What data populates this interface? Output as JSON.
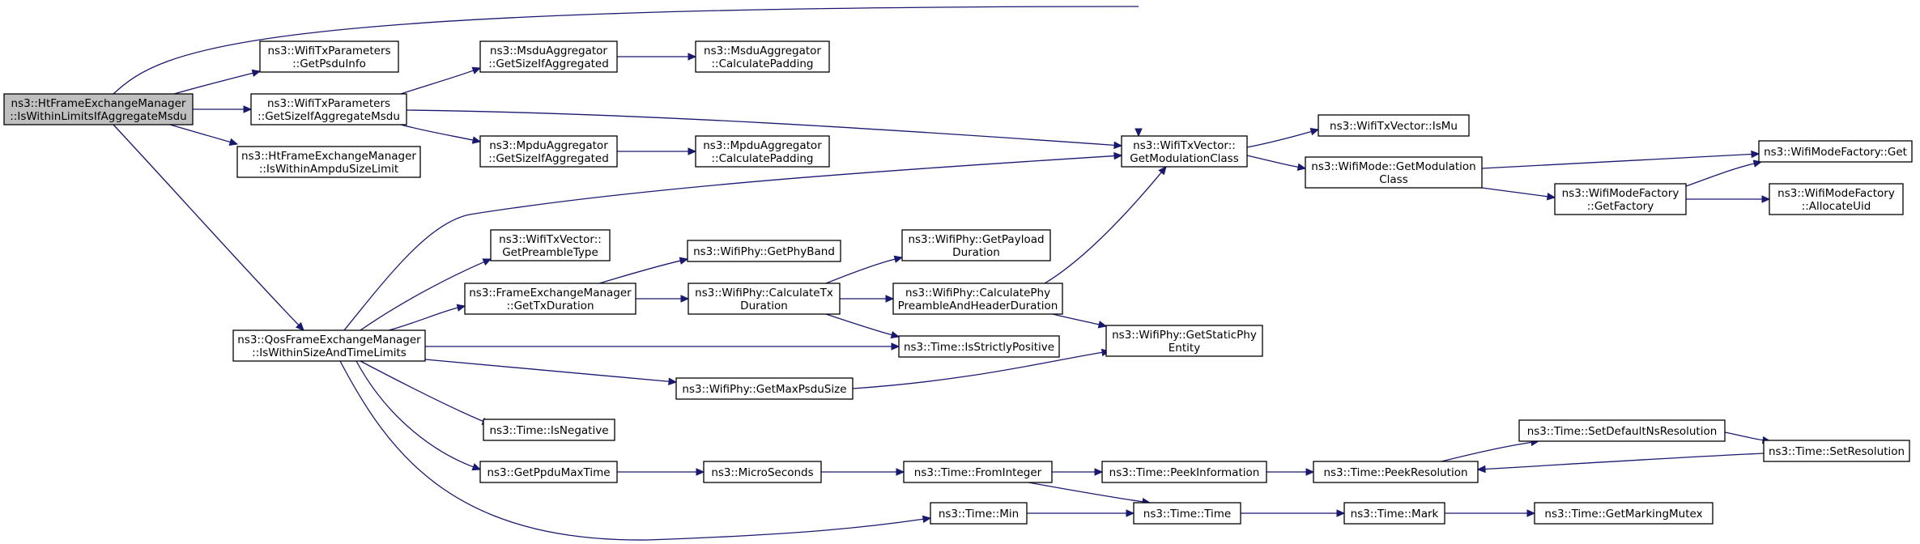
{
  "nodes": [
    {
      "id": "root",
      "lines": [
        "ns3::HtFrameExchangeManager",
        "::IsWithinLimitsIfAggregateMsdu"
      ]
    },
    {
      "id": "getPsduInfo",
      "lines": [
        "ns3::WifiTxParameters",
        "::GetPsduInfo"
      ]
    },
    {
      "id": "getSizeIfAggMsdu",
      "lines": [
        "ns3::WifiTxParameters",
        "::GetSizeIfAggregateMsdu"
      ]
    },
    {
      "id": "isWithinAmpdu",
      "lines": [
        "ns3::HtFrameExchangeManager",
        "::IsWithinAmpduSizeLimit"
      ]
    },
    {
      "id": "msduGetSize",
      "lines": [
        "ns3::MsduAggregator",
        "::GetSizeIfAggregated"
      ]
    },
    {
      "id": "msduPad",
      "lines": [
        "ns3::MsduAggregator",
        "::CalculatePadding"
      ]
    },
    {
      "id": "mpduGetSize",
      "lines": [
        "ns3::MpduAggregator",
        "::GetSizeIfAggregated"
      ]
    },
    {
      "id": "mpduPad",
      "lines": [
        "ns3::MpduAggregator",
        "::CalculatePadding"
      ]
    },
    {
      "id": "getModClass",
      "lines": [
        "ns3::WifiTxVector::",
        "GetModulationClass"
      ]
    },
    {
      "id": "isMu",
      "lines": [
        "ns3::WifiTxVector::IsMu"
      ]
    },
    {
      "id": "modeGetModClass",
      "lines": [
        "ns3::WifiMode::GetModulation",
        "Class"
      ]
    },
    {
      "id": "factoryGet",
      "lines": [
        "ns3::WifiModeFactory::Get"
      ]
    },
    {
      "id": "getFactory",
      "lines": [
        "ns3::WifiModeFactory",
        "::GetFactory"
      ]
    },
    {
      "id": "allocUid",
      "lines": [
        "ns3::WifiModeFactory",
        "::AllocateUid"
      ]
    },
    {
      "id": "qosWithin",
      "lines": [
        "ns3::QosFrameExchangeManager",
        "::IsWithinSizeAndTimeLimits"
      ]
    },
    {
      "id": "preambleType",
      "lines": [
        "ns3::WifiTxVector::",
        "GetPreambleType"
      ]
    },
    {
      "id": "getTxDuration",
      "lines": [
        "ns3::FrameExchangeManager",
        "::GetTxDuration"
      ]
    },
    {
      "id": "getPhyBand",
      "lines": [
        "ns3::WifiPhy::GetPhyBand"
      ]
    },
    {
      "id": "calcTxDuration",
      "lines": [
        "ns3::WifiPhy::CalculateTx",
        "Duration"
      ]
    },
    {
      "id": "payloadDuration",
      "lines": [
        "ns3::WifiPhy::GetPayload",
        "Duration"
      ]
    },
    {
      "id": "preambleHeader",
      "lines": [
        "ns3::WifiPhy::CalculatePhy",
        "PreambleAndHeaderDuration"
      ]
    },
    {
      "id": "isStrictlyPositive",
      "lines": [
        "ns3::Time::IsStrictlyPositive"
      ]
    },
    {
      "id": "staticPhyEntity",
      "lines": [
        "ns3::WifiPhy::GetStaticPhy",
        "Entity"
      ]
    },
    {
      "id": "maxPsduSize",
      "lines": [
        "ns3::WifiPhy::GetMaxPsduSize"
      ]
    },
    {
      "id": "isNegative",
      "lines": [
        "ns3::Time::IsNegative"
      ]
    },
    {
      "id": "ppduMaxTime",
      "lines": [
        "ns3::GetPpduMaxTime"
      ]
    },
    {
      "id": "microSeconds",
      "lines": [
        "ns3::MicroSeconds"
      ]
    },
    {
      "id": "fromInteger",
      "lines": [
        "ns3::Time::FromInteger"
      ]
    },
    {
      "id": "peekInfo",
      "lines": [
        "ns3::Time::PeekInformation"
      ]
    },
    {
      "id": "peekRes",
      "lines": [
        "ns3::Time::PeekResolution"
      ]
    },
    {
      "id": "setDefaultNs",
      "lines": [
        "ns3::Time::SetDefaultNsResolution"
      ]
    },
    {
      "id": "setRes",
      "lines": [
        "ns3::Time::SetResolution"
      ]
    },
    {
      "id": "timeMin",
      "lines": [
        "ns3::Time::Min"
      ]
    },
    {
      "id": "timeTime",
      "lines": [
        "ns3::Time::Time"
      ]
    },
    {
      "id": "timeMark",
      "lines": [
        "ns3::Time::Mark"
      ]
    },
    {
      "id": "markingMutex",
      "lines": [
        "ns3::Time::GetMarkingMutex"
      ]
    }
  ],
  "edges": [
    {
      "from": "root",
      "to": "getModClass"
    },
    {
      "from": "root",
      "to": "getPsduInfo"
    },
    {
      "from": "root",
      "to": "getSizeIfAggMsdu"
    },
    {
      "from": "root",
      "to": "isWithinAmpdu"
    },
    {
      "from": "root",
      "to": "qosWithin"
    },
    {
      "from": "getSizeIfAggMsdu",
      "to": "msduGetSize"
    },
    {
      "from": "getSizeIfAggMsdu",
      "to": "mpduGetSize"
    },
    {
      "from": "getSizeIfAggMsdu",
      "to": "getModClass"
    },
    {
      "from": "msduGetSize",
      "to": "msduPad"
    },
    {
      "from": "mpduGetSize",
      "to": "mpduPad"
    },
    {
      "from": "getModClass",
      "to": "isMu"
    },
    {
      "from": "getModClass",
      "to": "modeGetModClass"
    },
    {
      "from": "modeGetModClass",
      "to": "factoryGet"
    },
    {
      "from": "modeGetModClass",
      "to": "getFactory"
    },
    {
      "from": "getFactory",
      "to": "factoryGet"
    },
    {
      "from": "getFactory",
      "to": "allocUid"
    },
    {
      "from": "qosWithin",
      "to": "getModClass"
    },
    {
      "from": "qosWithin",
      "to": "preambleType"
    },
    {
      "from": "qosWithin",
      "to": "getTxDuration"
    },
    {
      "from": "qosWithin",
      "to": "isStrictlyPositive"
    },
    {
      "from": "qosWithin",
      "to": "maxPsduSize"
    },
    {
      "from": "qosWithin",
      "to": "isNegative"
    },
    {
      "from": "qosWithin",
      "to": "ppduMaxTime"
    },
    {
      "from": "qosWithin",
      "to": "timeMin"
    },
    {
      "from": "getTxDuration",
      "to": "getPhyBand"
    },
    {
      "from": "getTxDuration",
      "to": "calcTxDuration"
    },
    {
      "from": "calcTxDuration",
      "to": "payloadDuration"
    },
    {
      "from": "calcTxDuration",
      "to": "preambleHeader"
    },
    {
      "from": "calcTxDuration",
      "to": "isStrictlyPositive"
    },
    {
      "from": "preambleHeader",
      "to": "getModClass"
    },
    {
      "from": "preambleHeader",
      "to": "staticPhyEntity"
    },
    {
      "from": "maxPsduSize",
      "to": "staticPhyEntity"
    },
    {
      "from": "ppduMaxTime",
      "to": "microSeconds"
    },
    {
      "from": "microSeconds",
      "to": "fromInteger"
    },
    {
      "from": "fromInteger",
      "to": "peekInfo"
    },
    {
      "from": "fromInteger",
      "to": "timeTime"
    },
    {
      "from": "peekInfo",
      "to": "peekRes"
    },
    {
      "from": "peekRes",
      "to": "setDefaultNs"
    },
    {
      "from": "setDefaultNs",
      "to": "setRes"
    },
    {
      "from": "setRes",
      "to": "peekRes"
    },
    {
      "from": "timeMin",
      "to": "timeTime"
    },
    {
      "from": "timeTime",
      "to": "timeMark"
    },
    {
      "from": "timeMark",
      "to": "markingMutex"
    }
  ]
}
